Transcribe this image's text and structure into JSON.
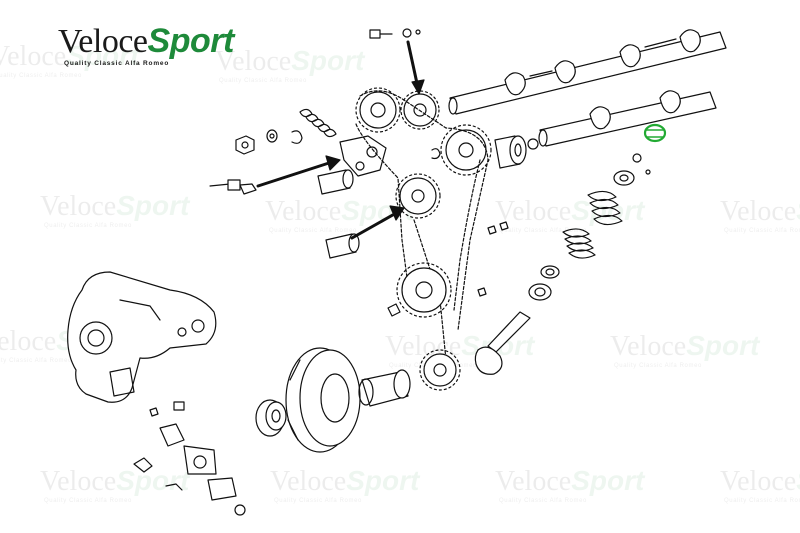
{
  "logo": {
    "brand_prefix": "Veloce",
    "brand_suffix": "Sport",
    "tagline": "Quality Classic Alfa Romeo"
  },
  "watermark": {
    "brand_prefix": "Veloce",
    "brand_suffix": "Sport",
    "tagline": "Quality Classic Alfa Romeo"
  },
  "colors": {
    "brand_green": "#1e8a3a",
    "highlight_green": "#22aa33",
    "line": "#111111"
  },
  "highlighted_part": "valve-spring-retainer-collet"
}
